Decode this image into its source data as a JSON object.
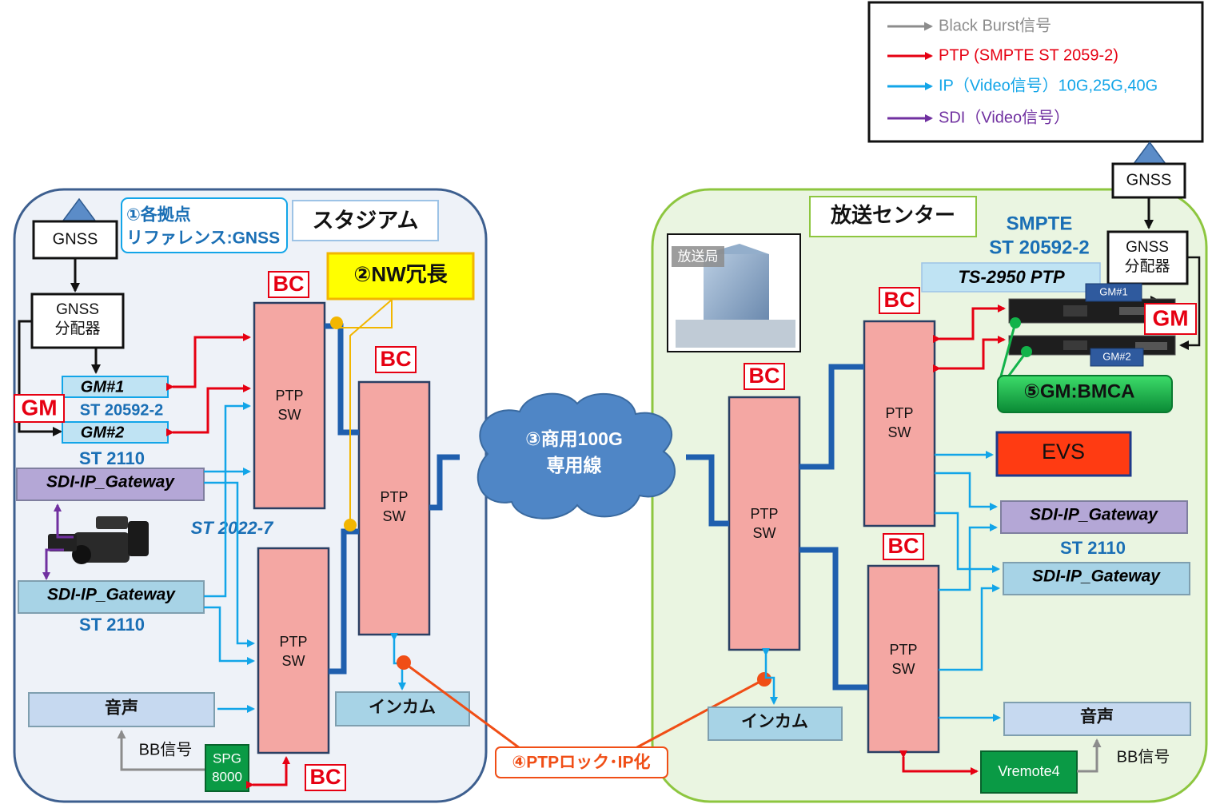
{
  "legend": {
    "items": [
      {
        "label": "Black Burst信号",
        "color": "#8c8c8c"
      },
      {
        "label": "PTP (SMPTE ST 2059-2)",
        "color": "#e60012"
      },
      {
        "label": "IP（Video信号）10G,25G,40G",
        "color": "#12a5e8"
      },
      {
        "label": "SDI（Video信号）",
        "color": "#7030a0"
      }
    ]
  },
  "stadium": {
    "title": "スタジアム",
    "callout_reference": [
      "①各拠点",
      "リファレンス:GNSS"
    ],
    "callout_redundancy": "②NW冗長",
    "gnss": "GNSS",
    "gnss_splitter": [
      "GNSS",
      "分配器"
    ],
    "gm_label": "GM",
    "gm1": "GM#1",
    "gm_standard": "ST 20592-2",
    "gm2": "GM#2",
    "st2110_top": "ST 2110",
    "gateway1": "SDI-IP_Gateway",
    "st2022": "ST 2022-7",
    "gateway2": "SDI-IP_Gateway",
    "st2110_bottom": "ST 2110",
    "audio": "音声",
    "bb_signal": "BB信号",
    "spg": [
      "SPG",
      "8000"
    ],
    "intercom": "インカム",
    "ptp_sw": [
      "PTP",
      "SW"
    ],
    "bc": "BC"
  },
  "network": {
    "cloud": [
      "③商用100G",
      "専用線"
    ],
    "ptp_lock": "④PTPロック･IP化"
  },
  "broadcast": {
    "title": "放送センター",
    "photo_label": "放送局",
    "smpte": [
      "SMPTE",
      "ST 20592-2"
    ],
    "ts_label": "TS-2950 PTP",
    "gnss": "GNSS",
    "gnss_splitter": [
      "GNSS",
      "分配器"
    ],
    "gm_label": "GM",
    "gm1": "GM#1",
    "gm2": "GM#2",
    "bmca": "⑤GM:BMCA",
    "evs": "EVS",
    "gateway1": "SDI-IP_Gateway",
    "st2110": "ST 2110",
    "gateway2": "SDI-IP_Gateway",
    "audio": "音声",
    "vremote": "Vremote4",
    "bb_signal": "BB信号",
    "intercom": "インカム",
    "ptp_sw": [
      "PTP",
      "SW"
    ],
    "bc": "BC"
  }
}
